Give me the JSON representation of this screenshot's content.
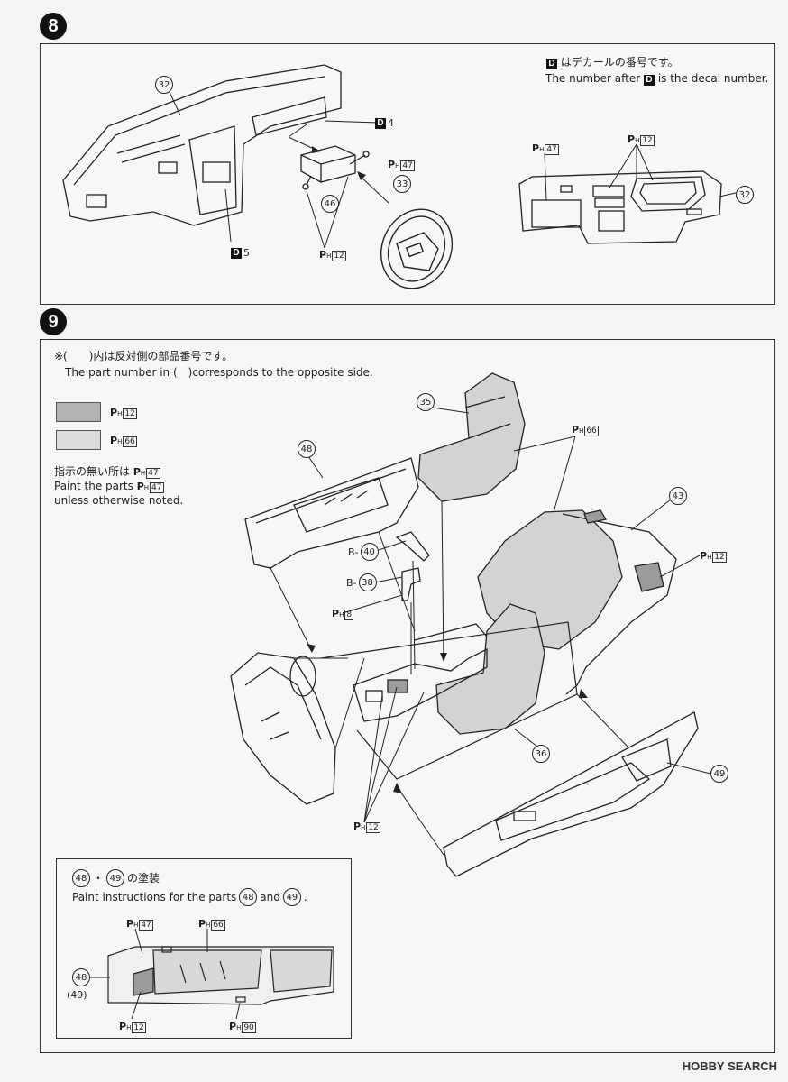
{
  "step8": {
    "number": "8",
    "note_jp": "はデカールの番号です。",
    "note_en_pre": "The number after",
    "note_en_post": "is the decal number.",
    "decal_letter": "D",
    "parts": {
      "dash": "32",
      "steering": "33",
      "bracket": "46",
      "decal4": "4",
      "decal5": "5",
      "dash_detail": "32"
    },
    "paint_labels": {
      "steering": "47",
      "bracket": "12",
      "detail_left": "47",
      "detail_center": "12"
    }
  },
  "step9": {
    "number": "9",
    "note_jp": "※(　　)内は反対側の部品番号です。",
    "note_en": "The part number in (　)corresponds to the opposite side.",
    "swatch_dark_code": "12",
    "swatch_light_code": "66",
    "default_jp": "指示の無い所は",
    "default_jp_code": "47",
    "default_en_pre": "Paint the parts",
    "default_en_code": "47",
    "default_en_post": "unless otherwise noted.",
    "parts": {
      "front_seat": "35",
      "door_left": "48",
      "rear_seat": "43",
      "front_seat2": "36",
      "door_right": "49",
      "lever40": "40",
      "lever38": "38",
      "prefix_b": "B-"
    },
    "paint_labels": {
      "seat_light": "66",
      "rear_dark": "12",
      "lever": "8",
      "console": "12"
    },
    "inset": {
      "title_jp": "の塗装",
      "title_en_pre": "Paint instructions for the parts",
      "title_en_and": "and",
      "title_en_end": ".",
      "part_a": "48",
      "part_b": "49",
      "part_b_paren": "(49)",
      "codes": {
        "top_left": "47",
        "top_center": "66",
        "bottom_left": "12",
        "bottom_right": "90"
      }
    }
  },
  "colors": {
    "dark_swatch": "#b3b3b3",
    "light_swatch": "#dcdcdc",
    "ink": "#1d1d1d"
  },
  "watermark": "HOBBY SEARCH"
}
